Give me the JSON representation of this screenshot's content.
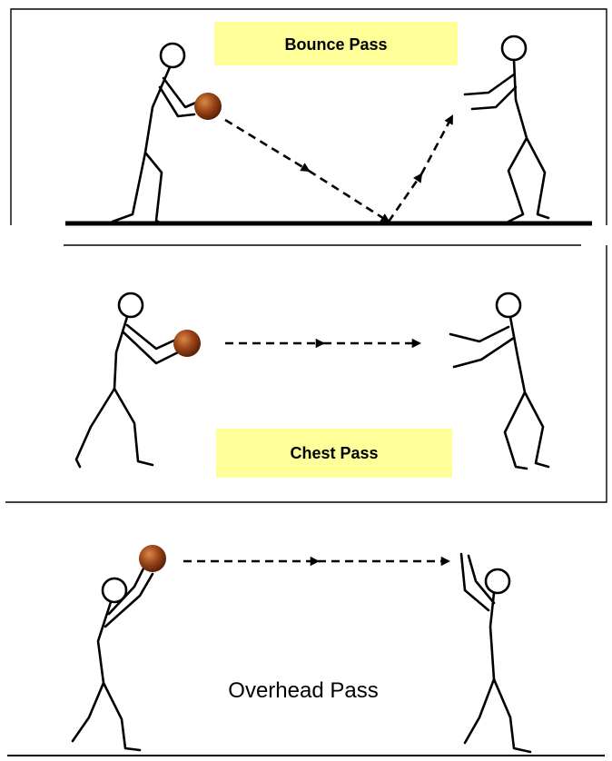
{
  "panels": [
    {
      "label": "Bounce Pass",
      "label_bg": "#ffff99"
    },
    {
      "label": "Chest Pass",
      "label_bg": "#ffff99"
    },
    {
      "label": "Overhead Pass",
      "label_bg": ""
    }
  ],
  "colors": {
    "ball": "#8b3a12",
    "ball_highlight": "#c8692c",
    "line": "#000000"
  }
}
